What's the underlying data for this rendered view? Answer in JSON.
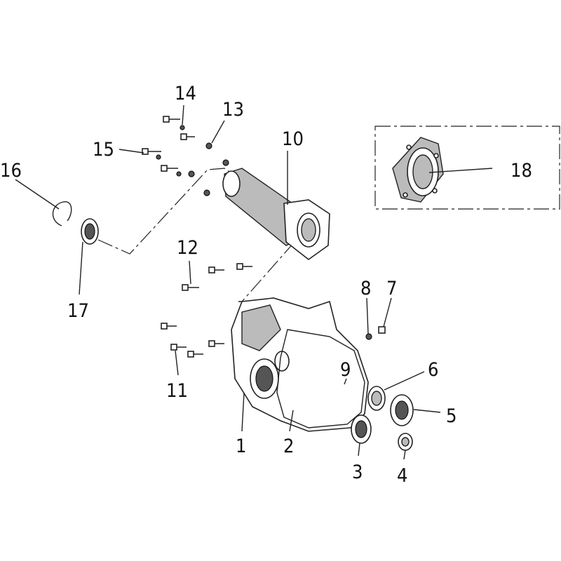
{
  "diagram": {
    "type": "exploded-parts-diagram",
    "callouts": [
      "1",
      "2",
      "3",
      "4",
      "5",
      "6",
      "7",
      "8",
      "9",
      "10",
      "11",
      "12",
      "13",
      "14",
      "15",
      "16",
      "17",
      "18"
    ]
  }
}
